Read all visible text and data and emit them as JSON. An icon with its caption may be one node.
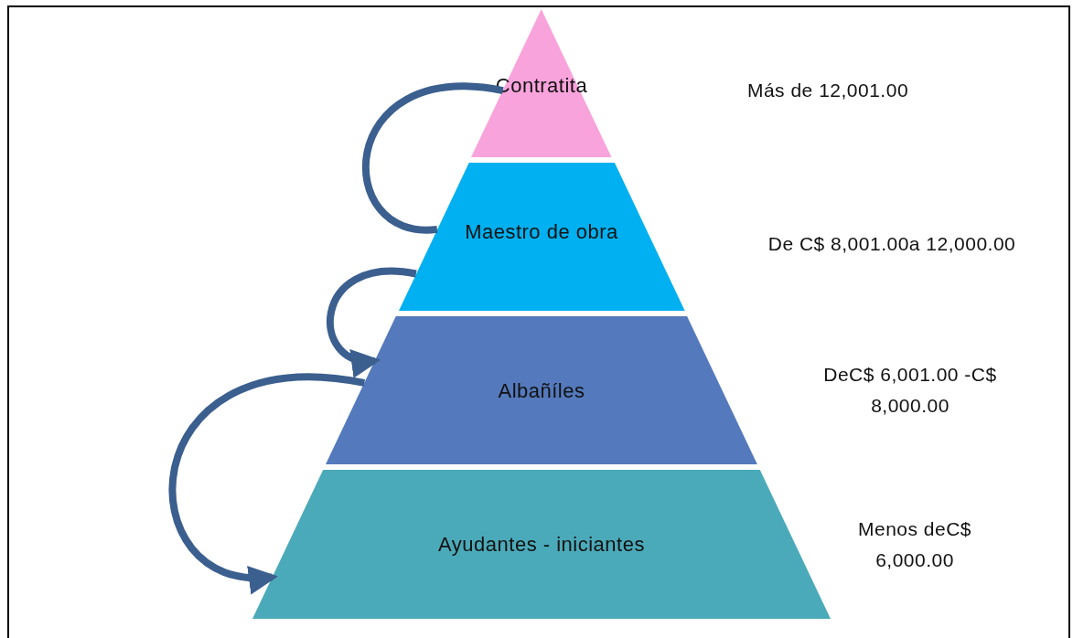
{
  "diagram": {
    "nodes": [
      {
        "text": [
          "Contratita"
        ]
      },
      {
        "text": [
          "Maestro de obra"
        ]
      },
      {
        "text": [
          "Albañíles"
        ]
      },
      {
        "text": [
          "Ayudantes - iniciantes"
        ]
      }
    ],
    "edges": [
      {
        "from": 0,
        "to": 1,
        "arrow": "none"
      },
      {
        "from": 1,
        "to": 2,
        "arrow": "to"
      },
      {
        "from": 2,
        "to": 3,
        "arrow": "to"
      }
    ],
    "labels": [
      "Más de 12,001.00",
      "De C$ 8,001.00a 12,000.00",
      "DeC$ 6,001.00 -C$ 8,000.00",
      "Menos deC$ 6,000.00"
    ]
  }
}
